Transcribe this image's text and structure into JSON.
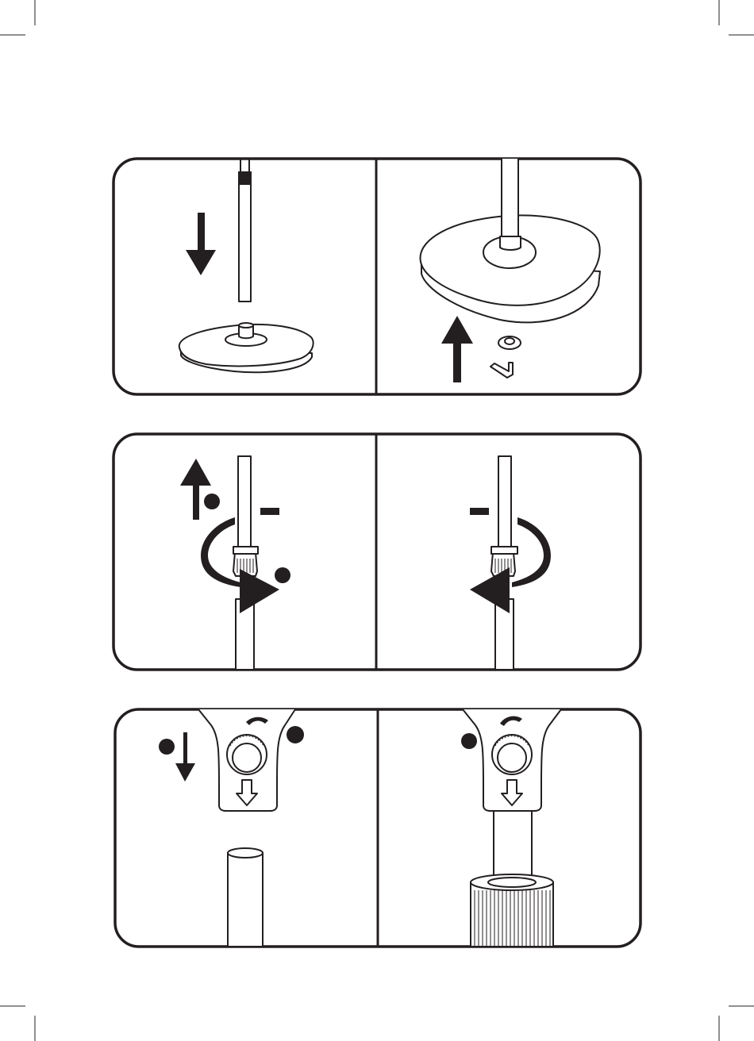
{
  "colors": {
    "ink": "#231f20",
    "paper": "#ffffff"
  },
  "panels": [
    {
      "id": "panel-1a",
      "icons": [
        "pole-icon",
        "down-arrow-icon",
        "base-icon"
      ]
    },
    {
      "id": "panel-1b",
      "icons": [
        "base-icon",
        "up-arrow-icon",
        "washer-icon",
        "hex-key-icon"
      ]
    },
    {
      "id": "panel-2a",
      "icons": [
        "pole-icon",
        "up-arrow-icon",
        "rotate-clockwise-arrow-icon",
        "step-marker-icon"
      ]
    },
    {
      "id": "panel-2b",
      "icons": [
        "pole-icon",
        "rotate-counterclockwise-arrow-icon"
      ]
    },
    {
      "id": "panel-3a",
      "icons": [
        "fan-head-bracket-icon",
        "knob-icon",
        "down-arrow-icon",
        "tube-icon",
        "step-marker-icon"
      ]
    },
    {
      "id": "panel-3b",
      "icons": [
        "fan-head-bracket-icon",
        "knob-icon",
        "collar-icon",
        "step-marker-icon"
      ]
    }
  ]
}
